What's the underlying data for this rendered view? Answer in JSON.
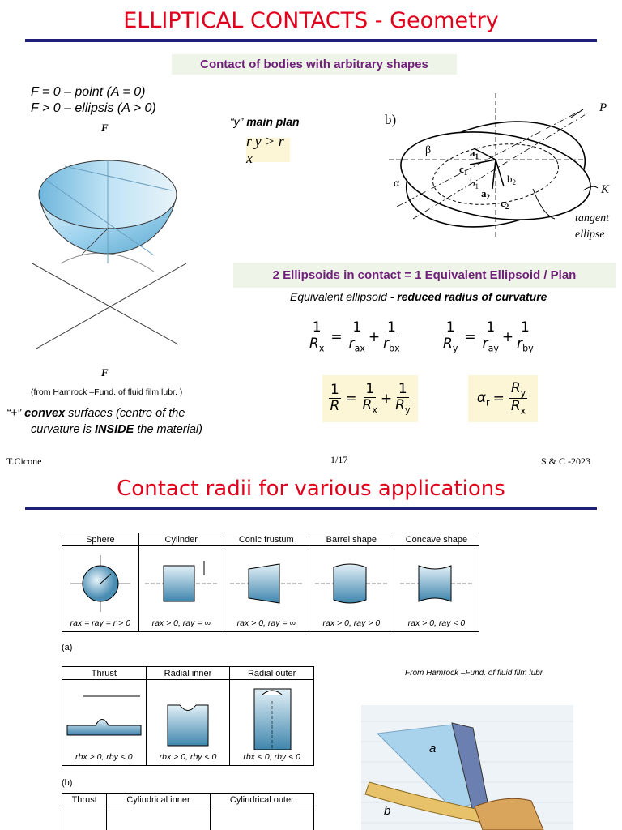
{
  "slide1": {
    "title": "ELLIPTICAL CONTACTS - Geometry",
    "subtitle": "Contact of bodies with arbitrary shapes",
    "cases": [
      "F = 0 – point (A = 0)",
      "F > 0 – ellipsis (A > 0)"
    ],
    "force_label": "F",
    "source_note": "(from Hamrock –Fund. of fluid film lubr. )",
    "convex_note_parts": [
      "“+” ",
      "convex",
      " surfaces (centre of the",
      "curvature is ",
      "INSIDE",
      " the material)"
    ],
    "main_plan_parts": [
      "“y” ",
      "main plan"
    ],
    "ry_gt_rx": "r y > r x",
    "diagram_b": {
      "panel_label": "b)",
      "P": "P",
      "K": "K",
      "beta": "β",
      "alpha": "α",
      "a1": "a",
      "a2": "a",
      "b1": "b",
      "b2": "b",
      "c1": "c",
      "c2": "c",
      "tangent": "tangent",
      "ellipse": "ellipse",
      "sub1": "1",
      "sub2": "2"
    },
    "equivalence_banner": "2 Ellipsoids in contact   =   1 Equivalent Ellipsoid / Plan",
    "equiv_caption_parts": [
      "Equivalent  ellipsoid  - ",
      "reduced radius of curvature"
    ]
  },
  "footer": {
    "author": "T.Cicone",
    "page": "1/17",
    "course": "S & C -2023"
  },
  "slide2": {
    "title": "Contact radii for various applications",
    "table_a": {
      "headers": [
        "Sphere",
        "Cylinder",
        "Conic frustum",
        "Barrel shape",
        "Concave shape"
      ],
      "conditions": [
        "rax = ray = r > 0",
        "rax > 0, ray = ∞",
        "rax > 0, ray = ∞",
        "rax > 0, ray > 0",
        "rax > 0, ray < 0"
      ],
      "label": "(a)"
    },
    "table_b": {
      "headers": [
        "Thrust",
        "Radial inner",
        "Radial outer"
      ],
      "conditions": [
        "rbx > 0, rby < 0",
        "rbx > 0, rby < 0",
        "rbx < 0, rby < 0"
      ],
      "label": "(b)"
    },
    "table_c": {
      "headers": [
        "Thrust",
        "Cylindrical inner",
        "Cylindrical outer"
      ]
    },
    "source_note": "From Hamrock –Fund. of fluid film lubr.",
    "gear_labels": {
      "a": "a",
      "b": "b"
    }
  }
}
